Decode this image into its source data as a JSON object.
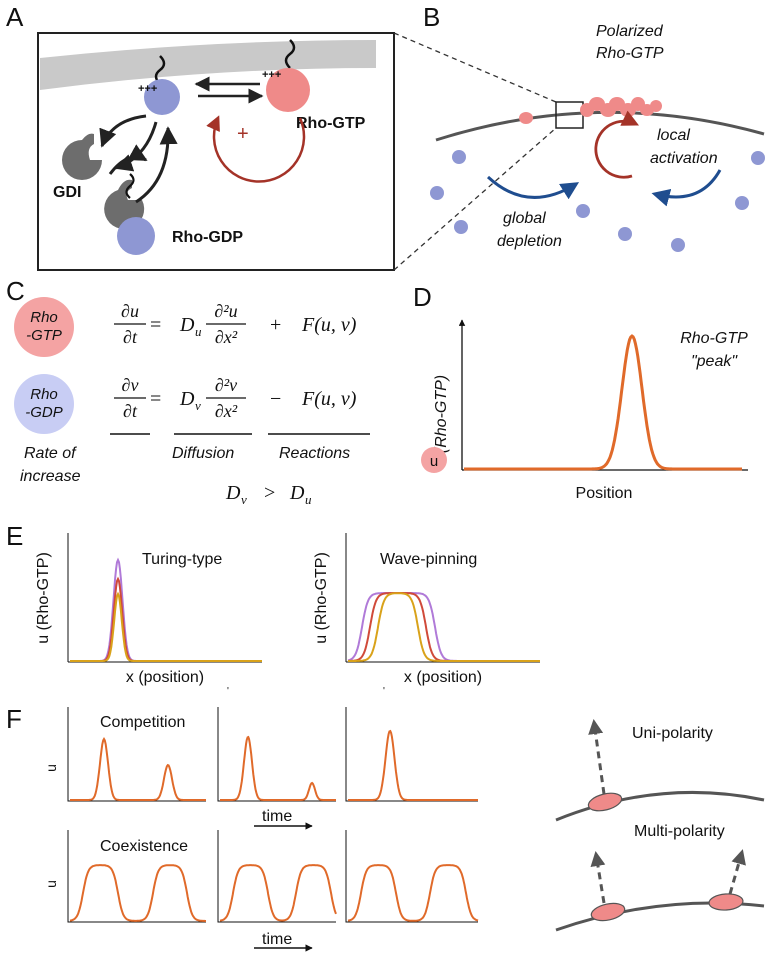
{
  "panel_letters": {
    "a": "A",
    "b": "B",
    "c": "C",
    "d": "D",
    "e": "E",
    "f": "F"
  },
  "panel_a": {
    "rho_gtp": "Rho-GTP",
    "rho_gdp": "Rho-GDP",
    "gdi": "GDI",
    "plus_signs": "+++",
    "plus": "+"
  },
  "panel_b": {
    "title_line1": "Polarized",
    "title_line2": "Rho-GTP",
    "local_line1": "local",
    "local_line2": "activation",
    "global_line1": "global",
    "global_line2": "depletion"
  },
  "panel_c": {
    "gtp_line1": "Rho",
    "gtp_line2": "-GTP",
    "gdp_line1": "Rho",
    "gdp_line2": "-GDP",
    "eq1": {
      "lhs_num": "∂u",
      "lhs_den": "∂t",
      "eq": "=",
      "coef": "D",
      "coef_sub": "u",
      "rhs_num": "∂²u",
      "rhs_den": "∂x²",
      "op": "+",
      "react": "F(u, v)"
    },
    "eq2": {
      "lhs_num": "∂v",
      "lhs_den": "∂t",
      "eq": "=",
      "coef": "D",
      "coef_sub": "v",
      "rhs_num": "∂²v",
      "rhs_den": "∂x²",
      "op": "−",
      "react": "F(u, v)"
    },
    "rate_line1": "Rate of",
    "rate_line2": "increase",
    "diffusion": "Diffusion",
    "reactions": "Reactions",
    "ineq_left": "D",
    "ineq_left_sub": "v",
    "ineq_op": ">",
    "ineq_right": "D",
    "ineq_right_sub": "u"
  },
  "panel_d": {
    "ylabel": "(Rho-GTP)",
    "u_marker": "u",
    "xlabel": "Position",
    "peak_line1": "Rho-GTP",
    "peak_line2": "\"peak\""
  },
  "panel_e": {
    "left_title": "Turing-type",
    "right_title": "Wave-pinning",
    "ylabel": "u (Rho-GTP)",
    "xlabel": "x (position)"
  },
  "panel_f": {
    "competition": "Competition",
    "coexistence": "Coexistence",
    "ylabel": "u",
    "time": "time",
    "uni": "Uni-polarity",
    "multi": "Multi-polarity"
  },
  "colors": {
    "rho_gtp": "#ef8a89",
    "rho_gdp": "#8e97d3",
    "curve": "#e06a2a",
    "purple": "#b07ad8",
    "red": "#d04a3a",
    "gold": "#d9a21a",
    "membrane": "#555555",
    "blue_arrow": "#1f4d8f",
    "red_arrow": "#a43328",
    "gdi": "#6d6d6d"
  }
}
